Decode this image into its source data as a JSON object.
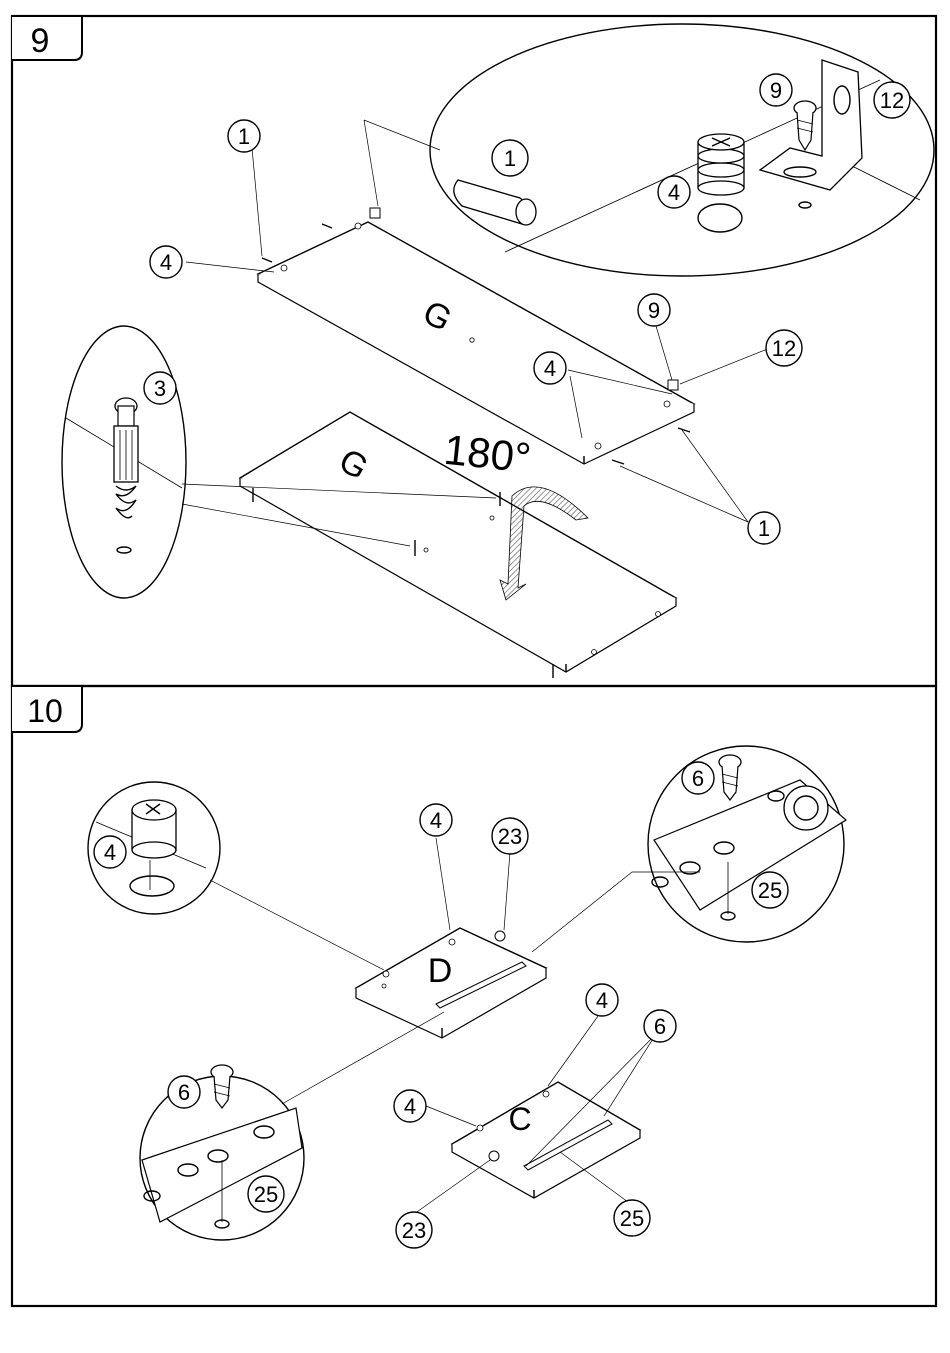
{
  "steps": [
    {
      "number": "9",
      "panel_letters": [
        "G",
        "G"
      ],
      "rotation": "180°",
      "callouts": [
        "1",
        "4",
        "1",
        "4",
        "9",
        "12",
        "3",
        "9",
        "12",
        "4",
        "1"
      ],
      "detail_part_numbers": [
        "1",
        "4",
        "9",
        "12",
        "3"
      ]
    },
    {
      "number": "10",
      "panel_letters": [
        "D",
        "C"
      ],
      "callouts": [
        "4",
        "23",
        "4",
        "6",
        "4",
        "23",
        "25"
      ],
      "detail_part_numbers": [
        "4",
        "6",
        "25",
        "6",
        "25"
      ]
    }
  ],
  "colors": {
    "line": "#000000",
    "background": "#ffffff",
    "hatch": "#555555"
  },
  "icons": [
    "cam-lock-fitting",
    "dowel",
    "screw",
    "angle-bracket",
    "cam-bolt",
    "drawer-runner"
  ]
}
